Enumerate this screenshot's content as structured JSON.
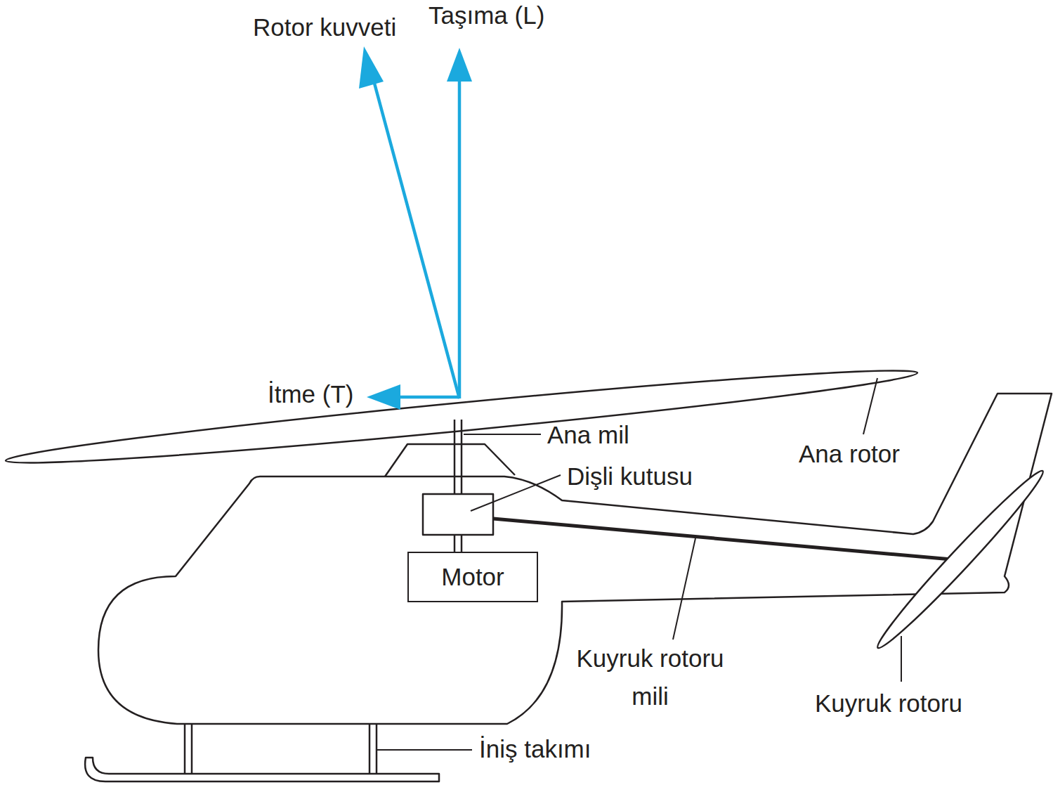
{
  "diagram": {
    "nodes": [
      {
        "text": [
          "Motor"
        ]
      }
    ],
    "labels": [
      "Rotor kuvveti",
      "Taşıma (L)",
      "İtme (T)",
      "Ana mil",
      "Dişli kutusu",
      "Ana rotor",
      "Kuyruk rotoru mili",
      "Kuyruk rotoru",
      "İniş takımı"
    ]
  }
}
